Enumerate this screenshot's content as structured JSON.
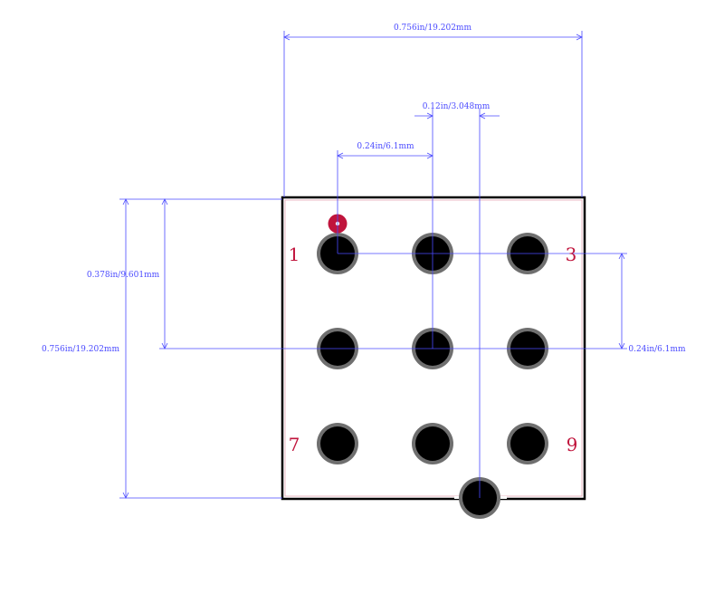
{
  "colors": {
    "dimension": "#4a4aff",
    "outline": "#000000",
    "pad_ring": "#6f6f6f",
    "pad_core": "#000000",
    "pin_label": "#c0143c",
    "pin1_marker": "#c0143c",
    "background": "#ffffff"
  },
  "dimensions": {
    "overall_width": "0.756in/19.202mm",
    "pin_pitch_offset": "0.12in/3.048mm",
    "pitch_horizontal": "0.24in/6.1mm",
    "half_height": "0.378in/9.601mm",
    "overall_height": "0.756in/19.202mm",
    "pitch_vertical": "0.24in/6.1mm"
  },
  "pin_labels": {
    "top_left": "1",
    "top_right": "3",
    "bottom_left": "7",
    "bottom_right": "9"
  },
  "markers": {
    "pin1": "pin1-marker-icon"
  }
}
